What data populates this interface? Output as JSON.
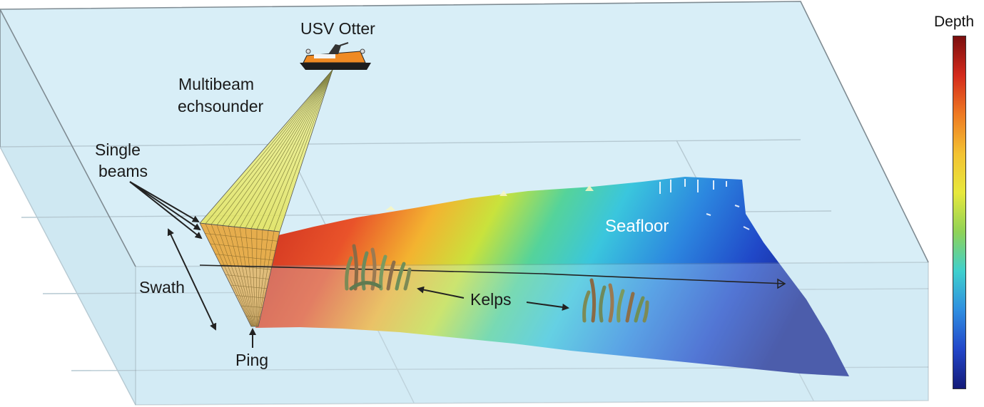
{
  "labels": {
    "vessel": "USV Otter",
    "sonar": [
      "Multibeam",
      "echsounder"
    ],
    "beams": [
      "Single",
      "beams"
    ],
    "swath": "Swath",
    "ping": "Ping",
    "kelps": "Kelps",
    "seafloor": "Seafloor"
  },
  "legend": {
    "title": "Depth",
    "gradient": [
      "#7a0e0e",
      "#d42a1c",
      "#ee7a22",
      "#f3c232",
      "#e7e83c",
      "#8fd257",
      "#3fd0cd",
      "#2f8ee0",
      "#2246c9",
      "#141a78"
    ]
  },
  "colors": {
    "water": "#d6edf6",
    "water_edge": "#7d8a92",
    "beam_fan": "#f0f07a",
    "arrow": "#222222"
  }
}
